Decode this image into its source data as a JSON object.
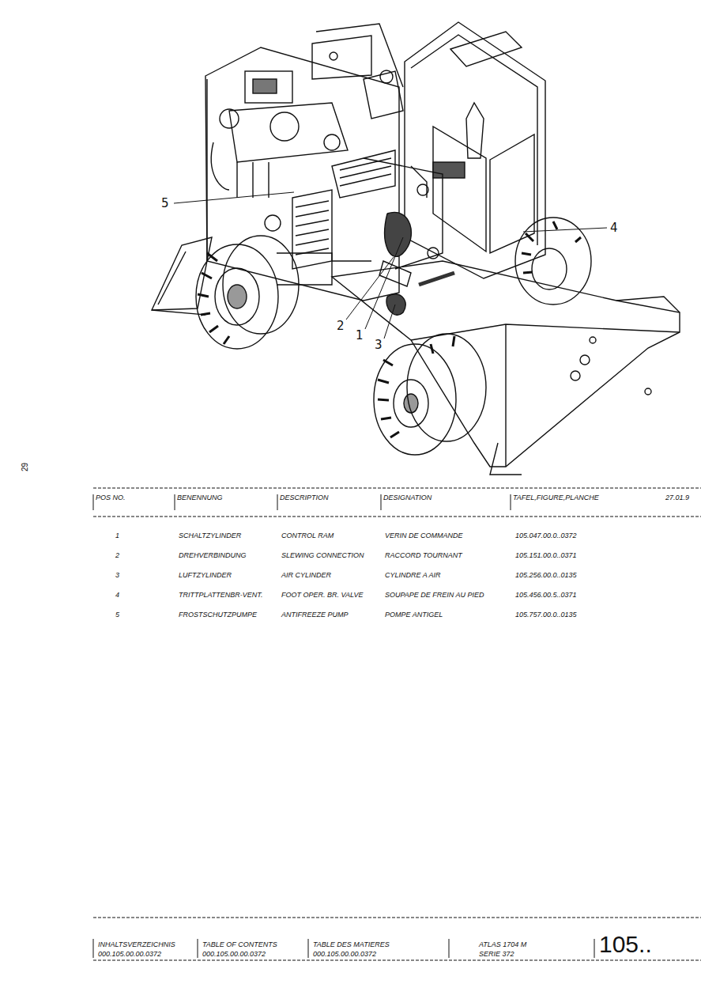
{
  "diagram": {
    "labels": [
      "5",
      "4",
      "2",
      "1",
      "3",
      "29",
      "POS NO.",
      "BENENNUNG",
      "DESCRIPTION",
      "DESIGNATION",
      "TAFEL,FIGURE,PLANCHE",
      "27.01.9",
      "1",
      "SCHALTZYLINDER",
      "CONTROL RAM",
      "VERIN DE COMMANDE",
      "105.047.00.0..0372",
      "2",
      "DREHVERBINDUNG",
      "SLEWING CONNECTION",
      "RACCORD TOURNANT",
      "105.151.00.0..0371",
      "3",
      "LUFTZYLINDER",
      "AIR CYLINDER",
      "CYLINDRE A AIR",
      "105.256.00.0..0135",
      "4",
      "TRITTPLATTENBR-VENT.",
      "FOOT OPER. BR. VALVE",
      "SOUPAPE DE FREIN AU PIED",
      "105.456.00.5..0371",
      "5",
      "FROSTSCHUTZPUMPE",
      "ANTIFREEZE PUMP",
      "POMPE ANTIGEL",
      "105.757.00.0..0135",
      "INHALTSVERZEICHNIS",
      "000.105.00.00.0372",
      "TABLE OF CONTENTS",
      "000.105.00.00.0372",
      "TABLE DES MATIERES",
      "000.105.00.00.0372",
      "ATLAS 1704 M",
      "SERIE 372",
      "105.."
    ]
  }
}
